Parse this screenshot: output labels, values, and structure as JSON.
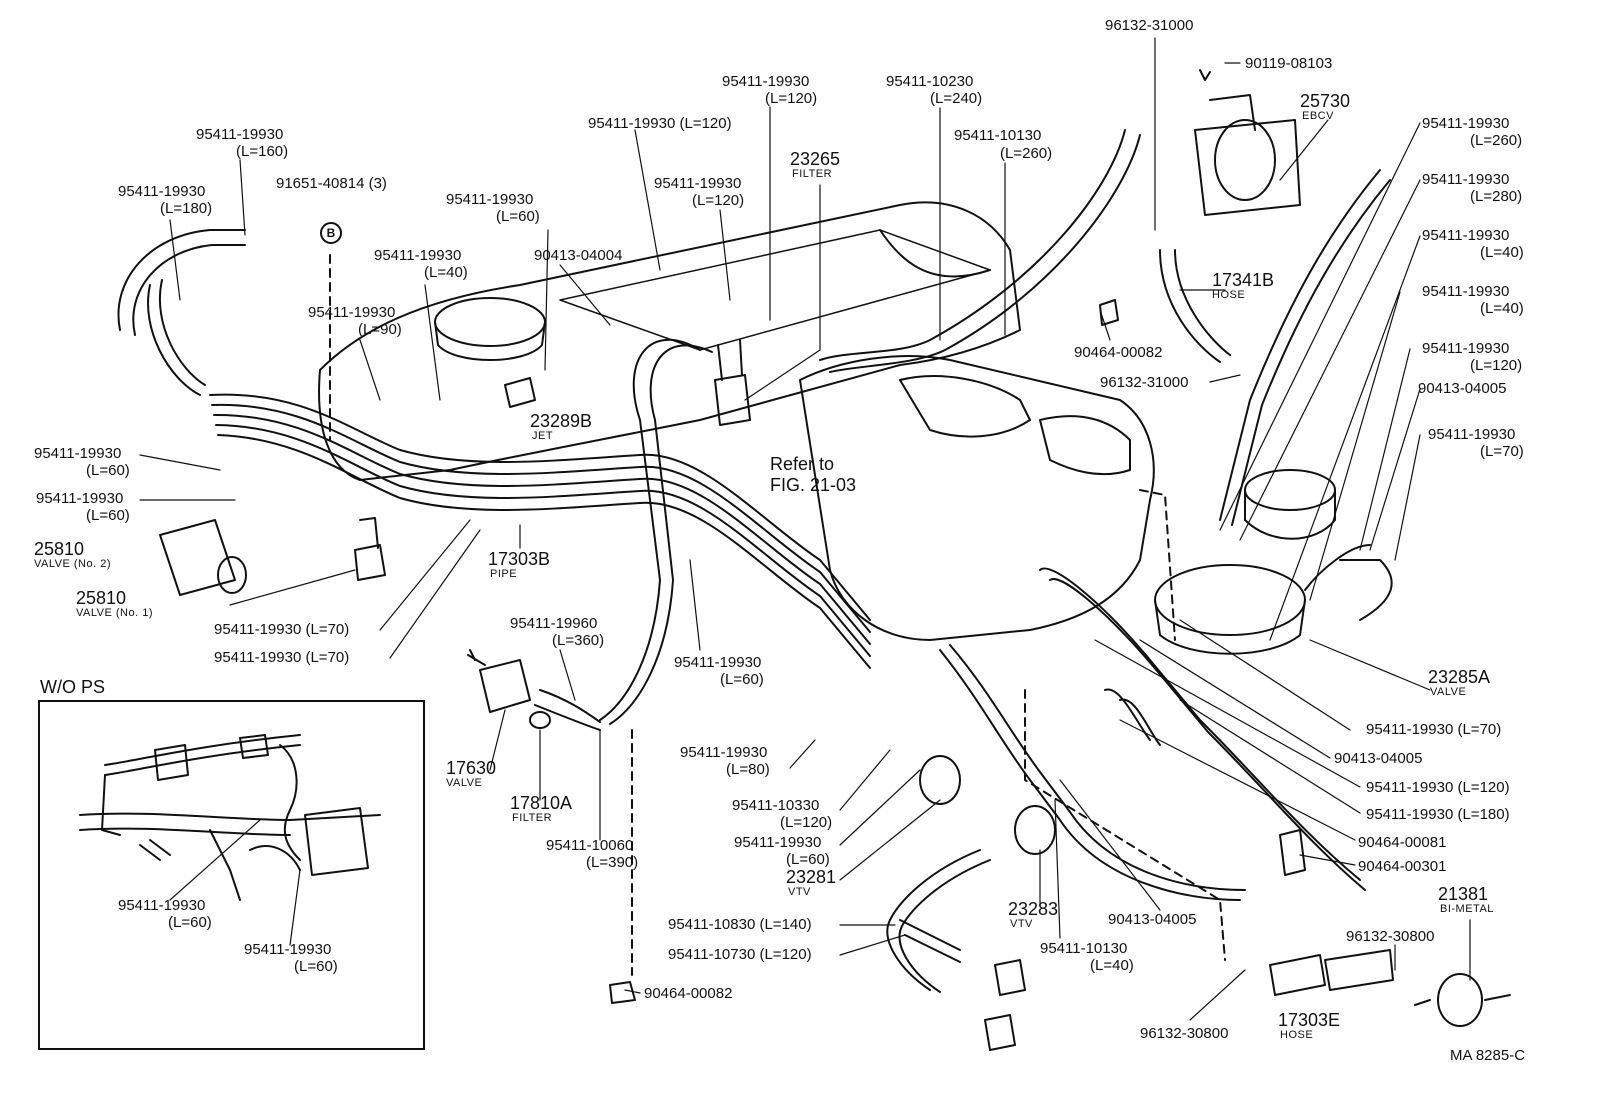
{
  "diagram": {
    "section_label": "W/O PS",
    "code": "MA  8285-C",
    "callout_letter": "B",
    "stroke_color": "#111111",
    "background": "#ffffff"
  },
  "labels": {
    "p96132_31000_top": "96132-31000",
    "p90119_08103": "90119-08103",
    "p25730": "25730",
    "p25730_name": "EBCV",
    "p95411_10230_a": "95411-10230",
    "p95411_10230_b": "(L=240)",
    "p95411_19930_l120_top_a": "95411-19930",
    "p95411_19930_l120_top_b": "(L=120)",
    "p95411_19930_l120_inline": "95411-19930 (L=120)",
    "p95411_10130_a": "95411-10130",
    "p95411_10130_b": "(L=260)",
    "p95411_19930_l160_a": "95411-19930",
    "p95411_19930_l160_b": "(L=160)",
    "p23265": "23265",
    "p23265_name": "FILTER",
    "p95411_19930_l180_a": "95411-19930",
    "p95411_19930_l180_b": "(L=180)",
    "p91651_40814": "91651-40814 (3)",
    "p95411_19930_l60_a": "95411-19930",
    "p95411_19930_l60_b": "(L=60)",
    "p95411_19930_l120_mid_a": "95411-19930",
    "p95411_19930_l120_mid_b": "(L=120)",
    "p90413_04004": "90413-04004",
    "p95411_19930_l40_a": "95411-19930",
    "p95411_19930_l40_b": "(L=40)",
    "p95411_19930_l90_a": "95411-19930",
    "p95411_19930_l90_b": "(L=90)",
    "p17341b": "17341B",
    "p17341b_name": "HOSE",
    "p90464_00082_top": "90464-00082",
    "p96132_31000_mid": "96132-31000",
    "p23289b": "23289B",
    "p23289b_name": "JET",
    "right_l260_a": "95411-19930",
    "right_l260_b": "(L=260)",
    "right_l280_a": "95411-19930",
    "right_l280_b": "(L=280)",
    "right_l40a_a": "95411-19930",
    "right_l40a_b": "(L=40)",
    "right_l40b_a": "95411-19930",
    "right_l40b_b": "(L=40)",
    "right_l120_a": "95411-19930",
    "right_l120_b": "(L=120)",
    "right_90413_04005": "90413-04005",
    "right_l70_a": "95411-19930",
    "right_l70_b": "(L=70)",
    "left_l60a_a": "95411-19930",
    "left_l60a_b": "(L=60)",
    "left_l60b_a": "95411-19930",
    "left_l60b_b": "(L=60)",
    "p25810_no2": "25810",
    "p25810_no2_name": "VALVE (No. 2)",
    "p25810_no1": "25810",
    "p25810_no1_name": "VALVE (No. 1)",
    "refer_a": "Refer to",
    "refer_b": "FIG. 21-03",
    "p17303b": "17303B",
    "p17303b_name": "PIPE",
    "left_l70a": "95411-19930 (L=70)",
    "left_l70b": "95411-19930 (L=70)",
    "p95411_19960_a": "95411-19960",
    "p95411_19960_b": "(L=360)",
    "mid_l60_a": "95411-19930",
    "mid_l60_b": "(L=60)",
    "p23285a": "23285A",
    "p23285a_name": "VALVE",
    "right_l70_inline": "95411-19930 (L=70)",
    "right_90413_04005_b": "90413-04005",
    "right_l120_inline": "95411-19930 (L=120)",
    "right_l180_inline": "95411-19930 (L=180)",
    "p90464_00081": "90464-00081",
    "p90464_00301": "90464-00301",
    "p17630": "17630",
    "p17630_name": "VALVE",
    "p17810a": "17810A",
    "p17810a_name": "FILTER",
    "p95411_10060_a": "95411-10060",
    "p95411_10060_b": "(L=390)",
    "l80_a": "95411-19930",
    "l80_b": "(L=80)",
    "p95411_10330_a": "95411-10330",
    "p95411_10330_b": "(L=120)",
    "low_l60_a": "95411-19930",
    "low_l60_b": "(L=60)",
    "p23281": "23281",
    "p23281_name": "VTV",
    "p23283": "23283",
    "p23283_name": "VTV",
    "p90413_04005_low": "90413-04005",
    "p95411_10130_low_a": "95411-10130",
    "p95411_10130_low_b": "(L=40)",
    "p21381": "21381",
    "p21381_name": "BI-METAL",
    "p96132_30800_a": "96132-30800",
    "p96132_30800_b": "96132-30800",
    "p17303e": "17303E",
    "p17303e_name": "HOSE",
    "p95411_10830": "95411-10830 (L=140)",
    "p95411_10730": "95411-10730 (L=120)",
    "p90464_00082_low": "90464-00082",
    "wops_l60a_a": "95411-19930",
    "wops_l60a_b": "(L=60)",
    "wops_l60b_a": "95411-19930",
    "wops_l60b_b": "(L=60)"
  }
}
